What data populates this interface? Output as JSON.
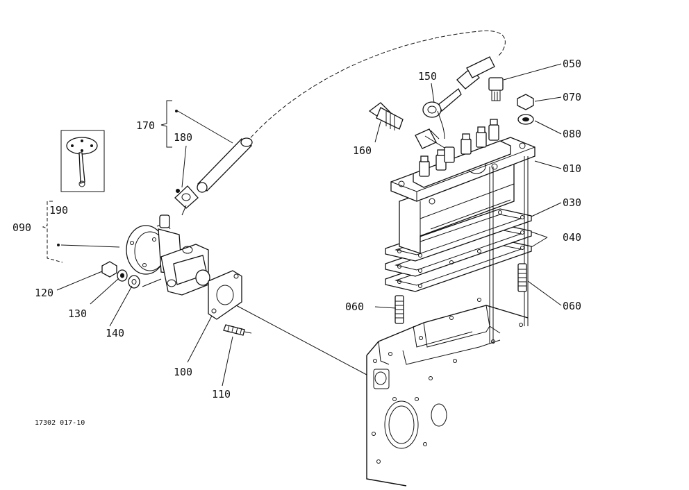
{
  "diagram": {
    "drawing_code": "17302 017-10",
    "parts": {
      "p010": "010",
      "p030": "030",
      "p040": "040",
      "p050": "050",
      "p060a": "060",
      "p060b": "060",
      "p070": "070",
      "p080": "080",
      "p090": "090",
      "p100": "100",
      "p110": "110",
      "p120": "120",
      "p130": "130",
      "p140": "140",
      "p150": "150",
      "p160": "160",
      "p170": "170",
      "p180": "180",
      "p190": "190"
    }
  }
}
